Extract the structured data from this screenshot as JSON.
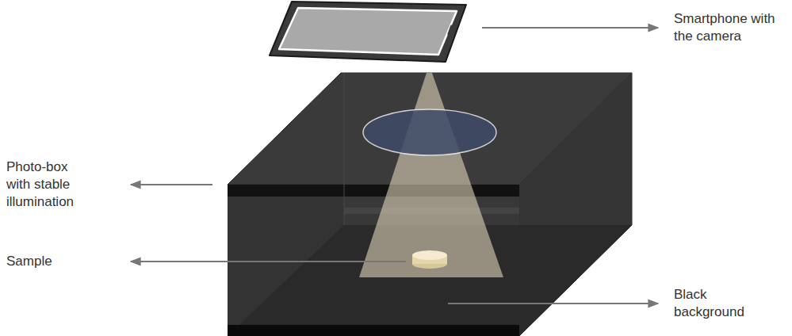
{
  "diagram": {
    "labels": [
      "Smartphone with the camera",
      "Photo-box with stable illumination",
      "Sample",
      "Black background"
    ]
  }
}
